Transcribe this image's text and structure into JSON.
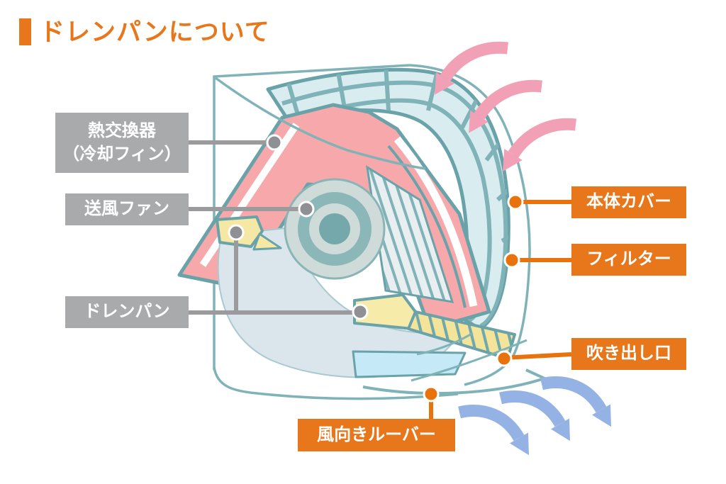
{
  "title": {
    "text": "ドレンパンについて"
  },
  "colors": {
    "accent_orange": "#E8761A",
    "label_gray": "#A8AAAC",
    "leader_gray": "#9B9B9D",
    "outline_teal": "#79AEB2",
    "heat_exchanger_pink": "#F6A8AB",
    "drain_pan_yellow": "#F5E8A4",
    "outlet_cyan": "#C5E9F6",
    "intake_arrow_pink": "#F2A0B5",
    "outflow_arrow_blue": "#94B3E4"
  },
  "diagram": {
    "left_labels": [
      {
        "id": "heat-exchanger",
        "lines": [
          "熱交換器",
          "（冷却フィン）"
        ]
      },
      {
        "id": "blower-fan",
        "lines": [
          "送風ファン"
        ]
      },
      {
        "id": "drain-pan",
        "lines": [
          "ドレンパン"
        ]
      }
    ],
    "right_labels": [
      {
        "id": "body-cover",
        "lines": [
          "本体カバー"
        ]
      },
      {
        "id": "filter",
        "lines": [
          "フィルター"
        ]
      },
      {
        "id": "air-outlet",
        "lines": [
          "吹き出し口"
        ]
      }
    ],
    "bottom_labels": [
      {
        "id": "louver",
        "lines": [
          "風向きルーバー"
        ]
      }
    ],
    "airflow": {
      "intake": {
        "color_name": "pink",
        "arrow_count": 3,
        "direction": "into unit (top right)"
      },
      "outflow": {
        "color_name": "blue",
        "arrow_count": 3,
        "direction": "out of unit (bottom right)"
      }
    }
  }
}
